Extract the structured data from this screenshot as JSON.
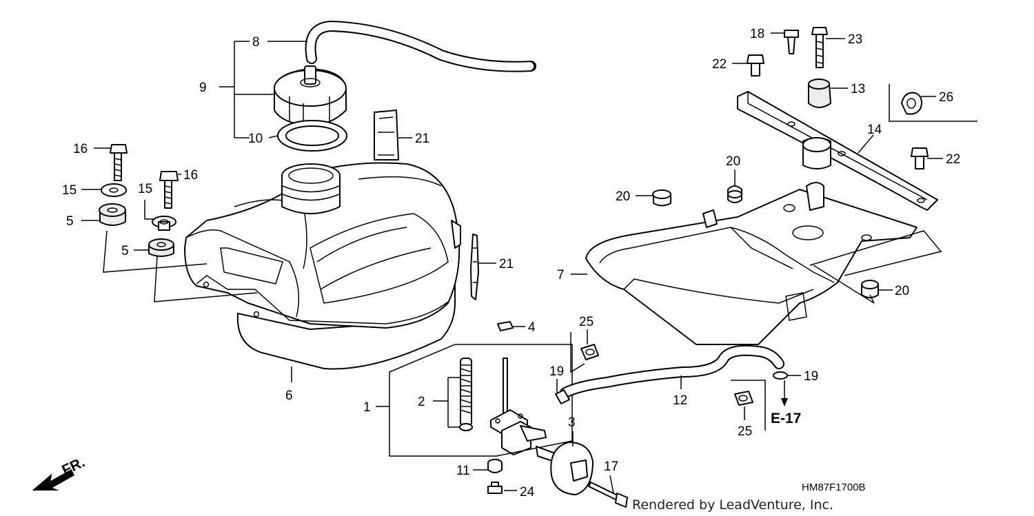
{
  "callouts": {
    "c1": "1",
    "c2": "2",
    "c3": "3",
    "c4": "4",
    "c5a": "5",
    "c5b": "5",
    "c6": "6",
    "c7": "7",
    "c8": "8",
    "c9": "9",
    "c10": "10",
    "c11": "11",
    "c12": "12",
    "c13": "13",
    "c14": "14",
    "c15a": "15",
    "c15b": "15",
    "c16a": "16",
    "c16b": "16",
    "c17": "17",
    "c18": "18",
    "c19a": "19",
    "c19b": "19",
    "c20a": "20",
    "c20b": "20",
    "c20c": "20",
    "c21a": "21",
    "c21b": "21",
    "c22a": "22",
    "c22b": "22",
    "c23": "23",
    "c24": "24",
    "c25a": "25",
    "c25b": "25",
    "c26": "26"
  },
  "reference": "E-17",
  "front_marker": "FR.",
  "diagram_code": "HM87F1700B",
  "watermark": "Rendered by LeadVenture, Inc."
}
